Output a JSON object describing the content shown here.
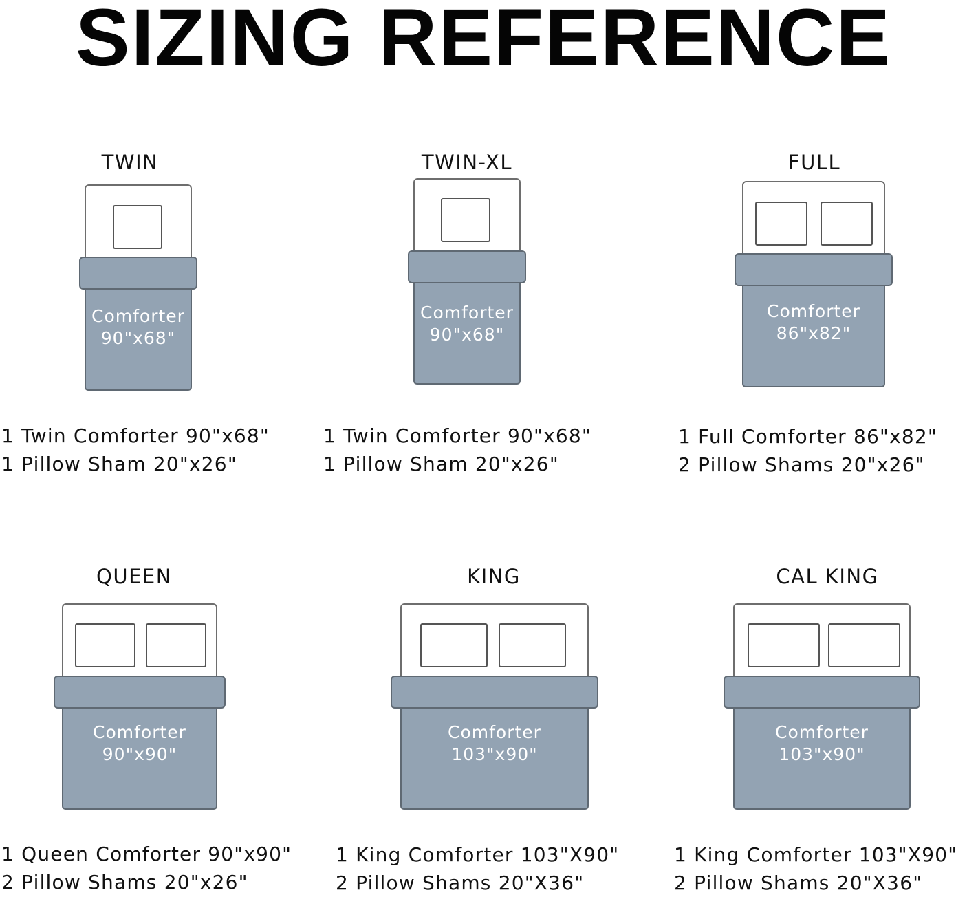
{
  "title": "SIZING REFERENCE",
  "sizes": [
    {
      "name": "TWIN",
      "comforter_label": "Comforter",
      "comforter_size": "90\"x68\"",
      "pillows": 1,
      "line1": "1 Twin Comforter 90\"x68\"",
      "line2": "1 Pillow Sham 20\"x26\""
    },
    {
      "name": "TWIN-XL",
      "comforter_label": "Comforter",
      "comforter_size": "90\"x68\"",
      "pillows": 1,
      "line1": "1 Twin Comforter 90\"x68\"",
      "line2": "1 Pillow Sham 20\"x26\""
    },
    {
      "name": "FULL",
      "comforter_label": "Comforter",
      "comforter_size": "86\"x82\"",
      "pillows": 2,
      "line1": "1 Full Comforter 86\"x82\"",
      "line2": "2 Pillow Shams 20\"x26\""
    },
    {
      "name": "QUEEN",
      "comforter_label": "Comforter",
      "comforter_size": "90\"x90\"",
      "pillows": 2,
      "line1": "1 Queen Comforter 90\"x90\"",
      "line2": "2 Pillow Shams 20\"x26\""
    },
    {
      "name": "KING",
      "comforter_label": "Comforter",
      "comforter_size": "103\"x90\"",
      "pillows": 2,
      "line1": "1 King Comforter 103\"X90\"",
      "line2": "2 Pillow Shams 20\"X36\""
    },
    {
      "name": "CAL KING",
      "comforter_label": "Comforter",
      "comforter_size": "103\"x90\"",
      "pillows": 2,
      "line1": "1 King Comforter 103\"X90\"",
      "line2": "2 Pillow Shams 20\"X36\""
    }
  ]
}
